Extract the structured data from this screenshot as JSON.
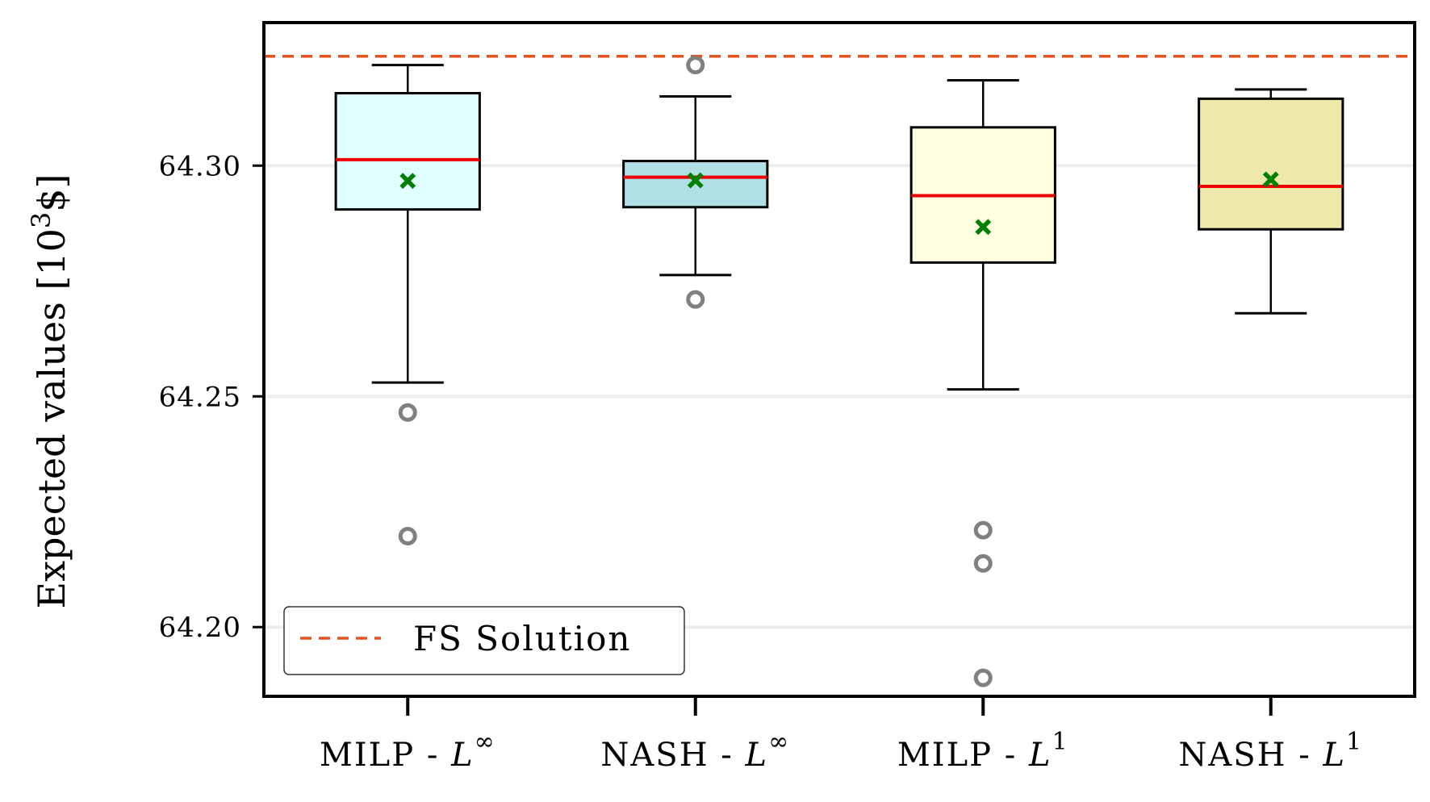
{
  "chart_data": {
    "type": "box",
    "ylabel": "Expected values [10",
    "ylabel_sup": "3",
    "ylabel_end": "$]",
    "ylim": [
      64.185,
      64.331
    ],
    "yticks": [
      {
        "value": 64.2,
        "label": "64.20"
      },
      {
        "value": 64.25,
        "label": "64.25"
      },
      {
        "value": 64.3,
        "label": "64.30"
      }
    ],
    "grid": "horizontal",
    "reference_line": {
      "name": "FS Solution",
      "value": 64.3237,
      "color": "#e8521c",
      "style": "dashed"
    },
    "legend": {
      "position": "lower-left",
      "entries": [
        "FS Solution"
      ]
    },
    "categories": [
      {
        "name": "MILP",
        "sep": " - ",
        "sym": "L",
        "sup": "∞",
        "whisker_low": 64.253,
        "q1": 64.2905,
        "median": 64.3013,
        "q3": 64.3157,
        "whisker_high": 64.3218,
        "mean": 64.2967,
        "outliers": [
          64.2465,
          64.2197
        ],
        "fill": "#e0ffff"
      },
      {
        "name": "NASH",
        "sep": " - ",
        "sym": "L",
        "sup": "∞",
        "whisker_low": 64.2763,
        "q1": 64.291,
        "median": 64.2975,
        "q3": 64.301,
        "whisker_high": 64.315,
        "mean": 64.2968,
        "outliers": [
          64.3218,
          64.271
        ],
        "fill": "#b0dfe6"
      },
      {
        "name": "MILP",
        "sep": " - ",
        "sym": "L",
        "sup": "1",
        "whisker_low": 64.2515,
        "q1": 64.279,
        "median": 64.2935,
        "q3": 64.3083,
        "whisker_high": 64.3185,
        "mean": 64.2867,
        "outliers": [
          64.221,
          64.2138,
          64.189
        ],
        "fill": "#ffffe0"
      },
      {
        "name": "NASH",
        "sep": " - ",
        "sym": "L",
        "sup": "1",
        "whisker_low": 64.268,
        "q1": 64.2862,
        "median": 64.2955,
        "q3": 64.3145,
        "whisker_high": 64.3165,
        "mean": 64.297,
        "outliers": [],
        "fill": "#eee8aa"
      }
    ],
    "colors": {
      "median": "#ee0000",
      "mean": "#008000",
      "outlier": "#808080",
      "grid": "#ececec",
      "box_edge": "#000000"
    }
  }
}
